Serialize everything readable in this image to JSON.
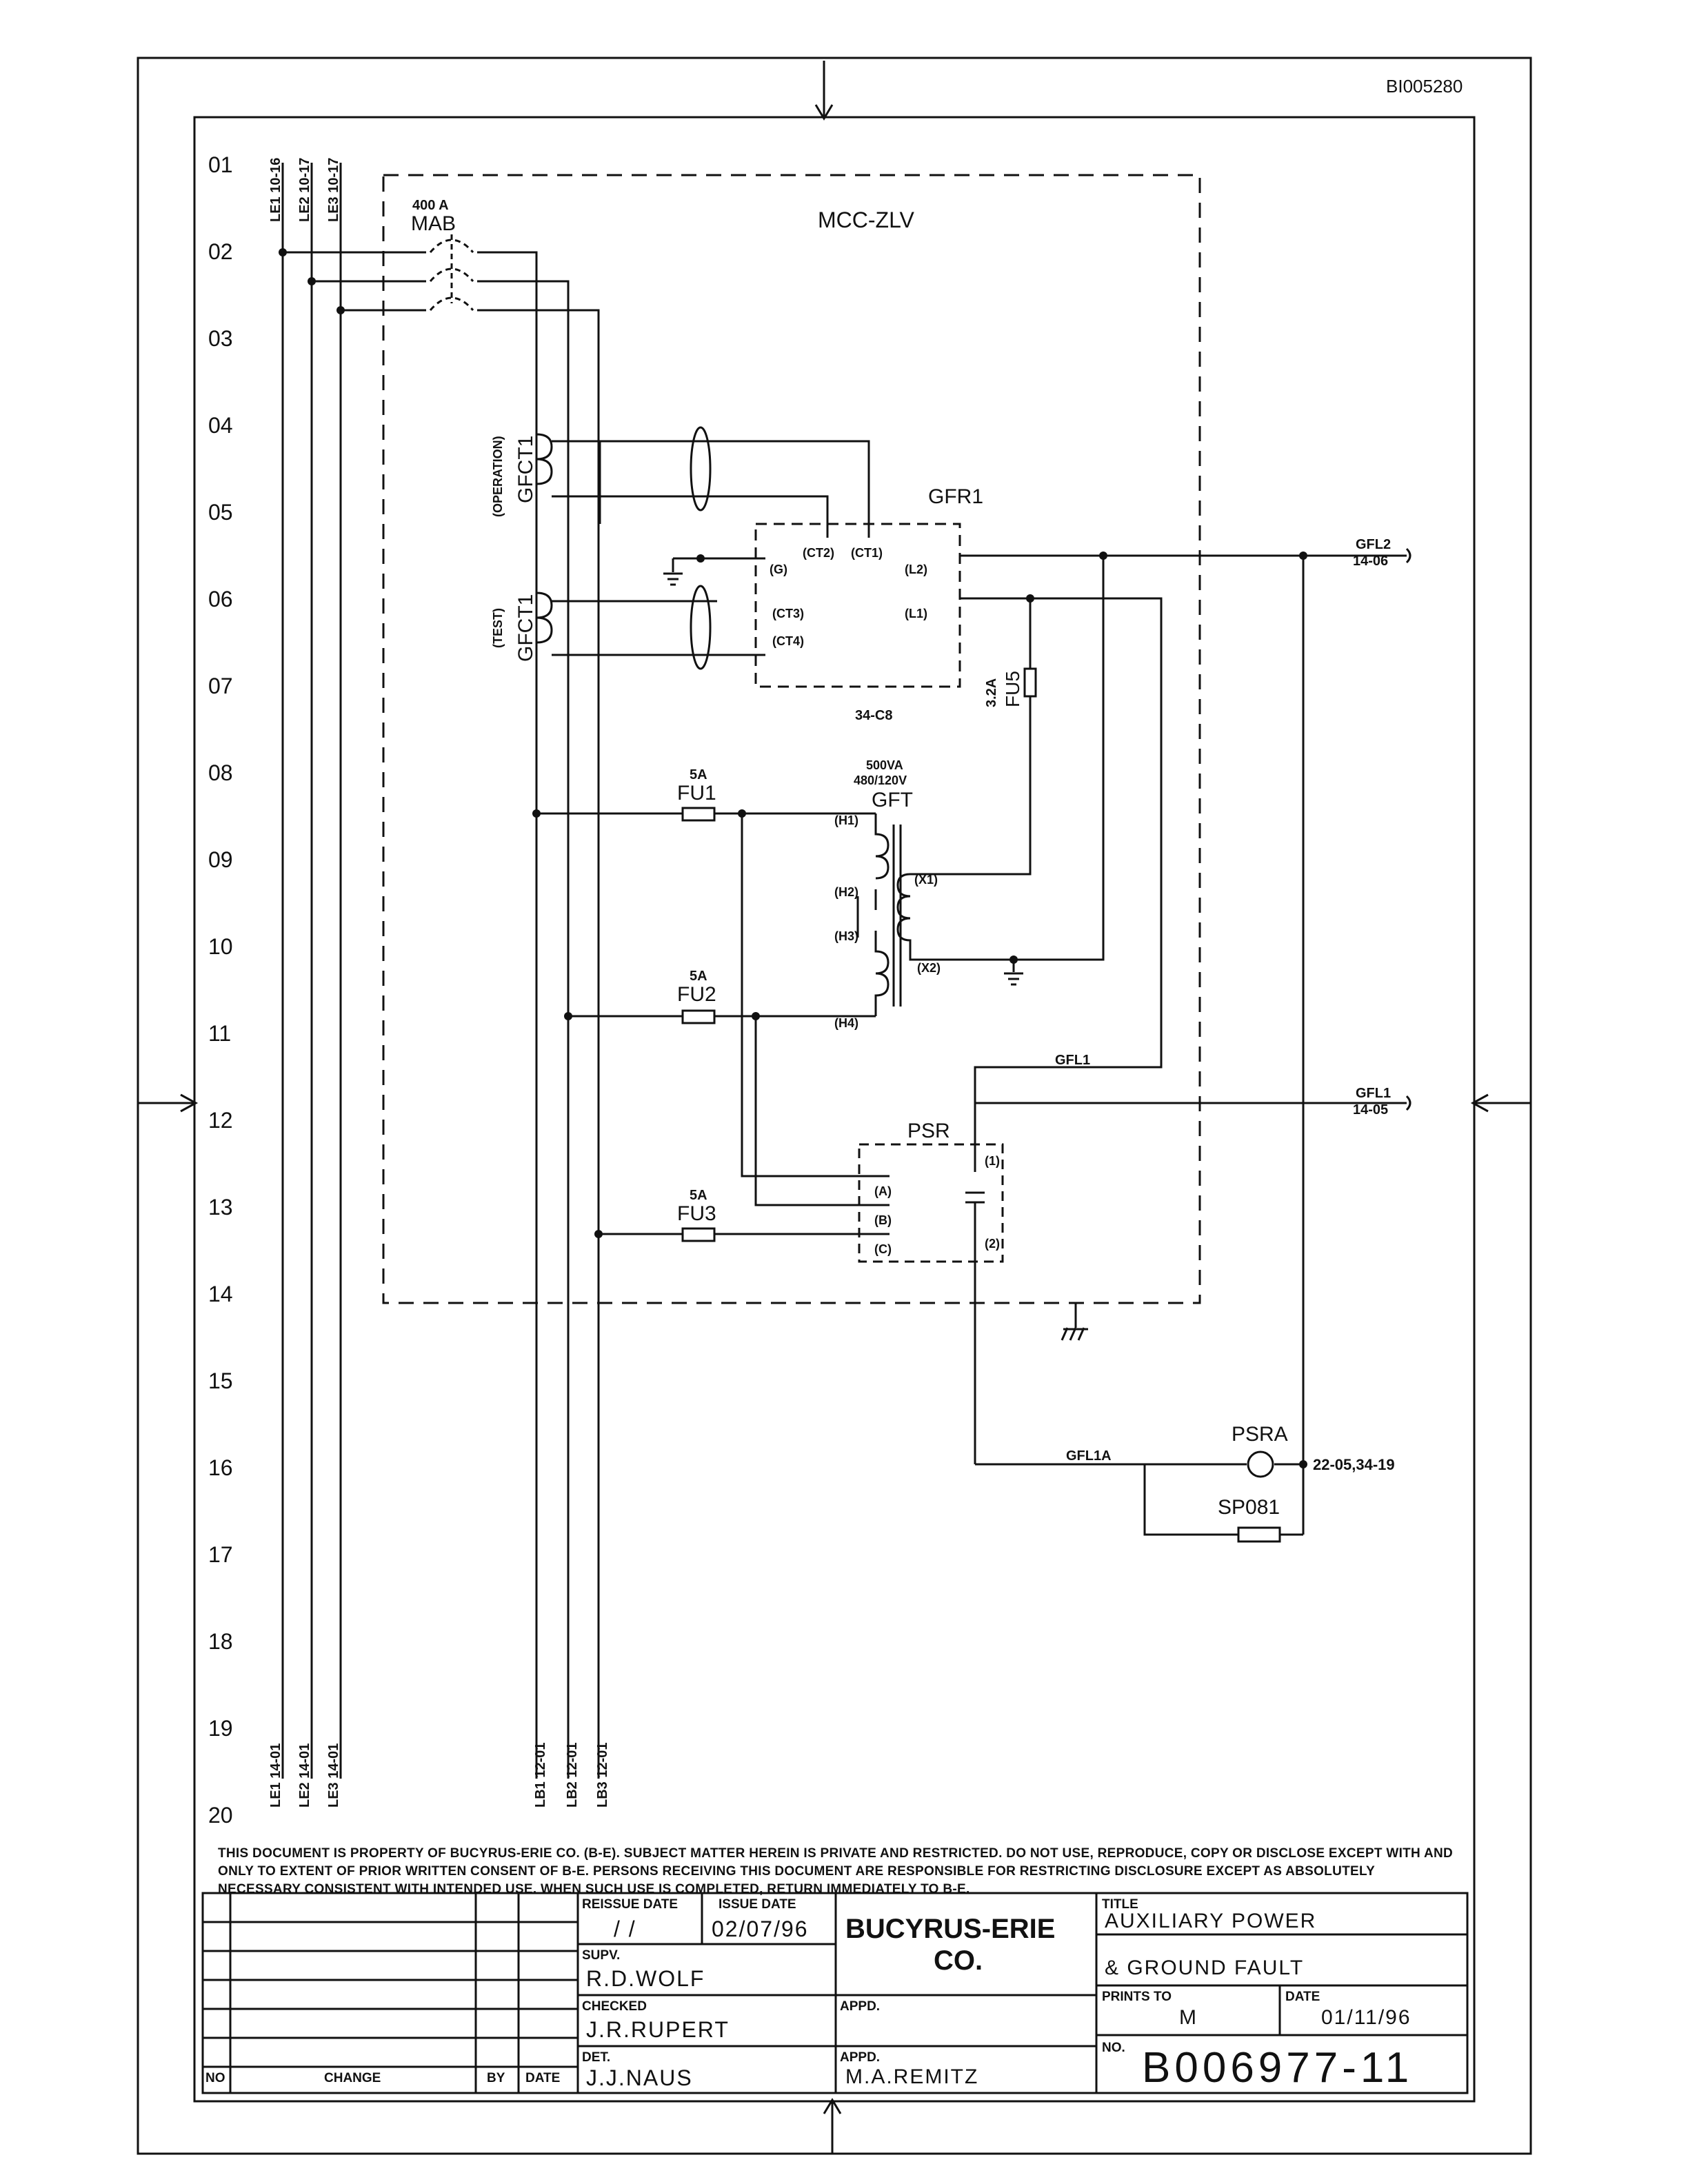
{
  "doc_id": "BI005280",
  "zones": [
    "01",
    "02",
    "03",
    "04",
    "05",
    "06",
    "07",
    "08",
    "09",
    "10",
    "11",
    "12",
    "13",
    "14",
    "15",
    "16",
    "17",
    "18",
    "19",
    "20"
  ],
  "top_cables": [
    "LE1 10-16",
    "LE2 10-17",
    "LE3 10-17"
  ],
  "bottom_cables_left": [
    "LE1 14-01",
    "LE2 14-01",
    "LE3 14-01"
  ],
  "bottom_cables_right": [
    "LB1 12-01",
    "LB2 12-01",
    "LB3 12-01"
  ],
  "labels": {
    "mcc": "MCC-ZLV",
    "mab_rating": "400 A",
    "mab": "MAB",
    "gfct_op": "GFCT1",
    "gfct_op_note": "(OPERATION)",
    "gfct_test": "GFCT1",
    "gfct_test_note": "(TEST)",
    "gfr": "GFR1",
    "gfr_ct2": "(CT2)",
    "gfr_ct1": "(CT1)",
    "gfr_g": "(G)",
    "gfr_l2": "(L2)",
    "gfr_ct3": "(CT3)",
    "gfr_l1": "(L1)",
    "gfr_ct4": "(CT4)",
    "gfr_ref": "34-C8",
    "fu5": "FU5",
    "fu5_rating": "3.2A",
    "gfl2": "GFL2",
    "gfl2_ref": "14-06",
    "fu1_rating": "5A",
    "fu1": "FU1",
    "fu2_rating": "5A",
    "fu2": "FU2",
    "fu3_rating": "5A",
    "fu3": "FU3",
    "gft_va": "500VA",
    "gft_v": "480/120V",
    "gft": "GFT",
    "h1": "(H1)",
    "h2": "(H2)",
    "h3": "(H3)",
    "h4": "(H4)",
    "x1": "(X1)",
    "x2": "(X2)",
    "gfl1_inner": "GFL1",
    "gfl1": "GFL1",
    "gfl1_ref": "14-05",
    "psr": "PSR",
    "psr_a": "(A)",
    "psr_b": "(B)",
    "psr_c": "(C)",
    "psr_1": "(1)",
    "psr_2": "(2)",
    "gfl1a": "GFL1A",
    "psra": "PSRA",
    "psra_ref": "22-05,34-19",
    "sp081": "SP081"
  },
  "notice": "THIS DOCUMENT IS PROPERTY OF BUCYRUS-ERIE CO. (B-E). SUBJECT MATTER HEREIN IS PRIVATE AND RESTRICTED. DO NOT USE, REPRODUCE, COPY OR DISCLOSE EXCEPT WITH AND ONLY TO EXTENT OF PRIOR WRITTEN CONSENT OF B-E. PERSONS RECEIVING THIS DOCUMENT ARE RESPONSIBLE FOR RESTRICTING DISCLOSURE EXCEPT AS ABSOLUTELY NECESSARY CONSISTENT WITH INTENDED USE. WHEN SUCH USE IS COMPLETED, RETURN IMMEDIATELY TO B-E.",
  "title_block": {
    "rev_headers": {
      "no": "NO",
      "change": "CHANGE",
      "by": "BY",
      "date": "DATE"
    },
    "reissue_date_label": "REISSUE DATE",
    "reissue_date_value": "/ /",
    "issue_date_label": "ISSUE DATE",
    "issue_date_value": "02/07/96",
    "company": "BUCYRUS-ERIE",
    "company_suffix": "CO.",
    "supv_label": "SUPV.",
    "supv_value": "R.D.WOLF",
    "checked_label": "CHECKED",
    "checked_value": "J.R.RUPERT",
    "det_label": "DET.",
    "det_value": "J.J.NAUS",
    "appd1_label": "APPD.",
    "appd2_label": "APPD.",
    "appd2_value": "M.A.REMITZ",
    "title_label": "TITLE",
    "title_line1": "AUXILIARY POWER",
    "title_line2": "& GROUND FAULT",
    "prints_to_label": "PRINTS TO",
    "prints_to_value": "M",
    "date_label": "DATE",
    "date_value": "01/11/96",
    "no_label": "NO.",
    "drawing_no": "B006977-11"
  }
}
